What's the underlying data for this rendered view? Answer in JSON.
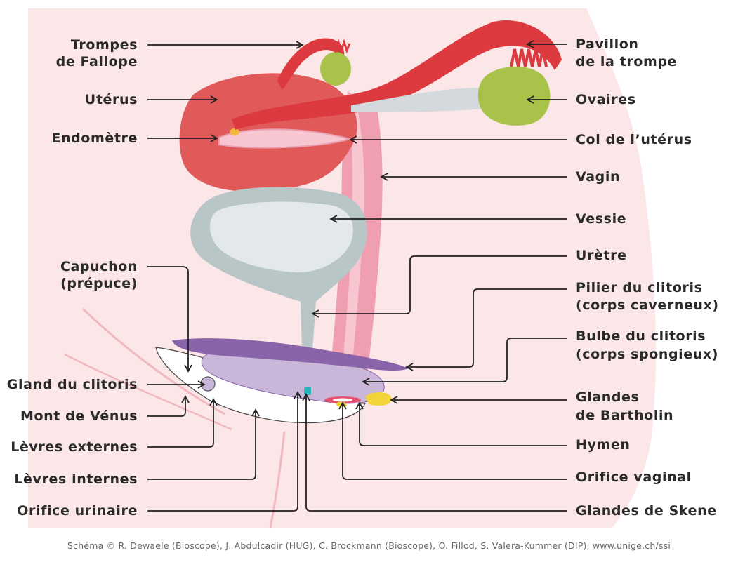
{
  "labels": {
    "trompes_l1": "Trompes",
    "trompes_l2": "de Fallope",
    "uterus": "Utérus",
    "endometre": "Endomètre",
    "capuchon_l1": "Capuchon",
    "capuchon_l2": "(prépuce)",
    "gland": "Gland du clitoris",
    "mont": "Mont de Vénus",
    "levres_ext": "Lèvres externes",
    "levres_int": "Lèvres internes",
    "orifice_urinaire": "Orifice urinaire",
    "pavillon_l1": "Pavillon",
    "pavillon_l2": "de la trompe",
    "ovaires": "Ovaires",
    "col": "Col de l’utérus",
    "vagin": "Vagin",
    "vessie": "Vessie",
    "uretre": "Urètre",
    "pilier_l1": "Pilier du clitoris",
    "pilier_l2": "(corps caverneux)",
    "bulbe_l1": "Bulbe du clitoris",
    "bulbe_l2": "(corps spongieux)",
    "glandes_bart_l1": "Glandes",
    "glandes_bart_l2": "de Bartholin",
    "hymen": "Hymen",
    "orifice_vaginal": "Orifice vaginal",
    "glandes_skene": "Glandes de Skene"
  },
  "credit": "Schéma © R. Dewaele (Bioscope), J. Abdulcadir (HUG), C. Brockmann (Bioscope), O. Fillod, S. Valera-Kummer (DIP), www.unige.ch/ssi",
  "colors": {
    "body_skin": "#fbe6e8",
    "uterus": "#e05a5a",
    "fallopian": "#dc3a3e",
    "ovary": "#a9c24a",
    "vagina": "#ef9fb0",
    "bladder": "#b9c6c8",
    "bladder_inner": "#e3e8ea",
    "clitoris": "#8a64a8",
    "bulb": "#c9b6d8",
    "bartholin": "#f2d33a",
    "skene": "#27b3b8"
  }
}
